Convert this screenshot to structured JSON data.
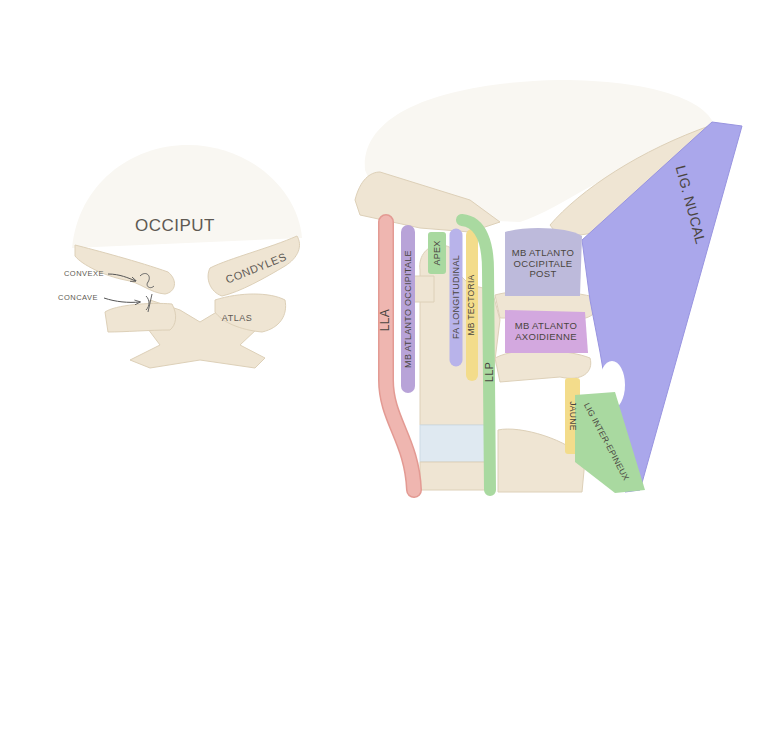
{
  "diagram": {
    "nodes": [
      {
        "text": [
          "LLA"
        ]
      },
      {
        "text": [
          "MB ATLANTO OCCIPITALE"
        ]
      },
      {
        "text": [
          "APEX"
        ]
      },
      {
        "text": [
          "FA LONGITUDINAL"
        ]
      },
      {
        "text": [
          "MB TECTORIA"
        ]
      },
      {
        "text": [
          "LLP"
        ]
      },
      {
        "text": [
          "MB ATLANTO OCCIPITALE POST"
        ]
      },
      {
        "text": [
          "MB ATLANTO AXOIDIENNE"
        ]
      },
      {
        "text": [
          "JAUNE"
        ]
      },
      {
        "text": [
          "LIG INTER-EPINEUX"
        ]
      },
      {
        "text": [
          "LIG. NUCAL"
        ]
      }
    ],
    "labels": [
      "OCCIPUT",
      "CONVEXE",
      "CONCAVE",
      "CONDYLES",
      "ATLAS"
    ]
  }
}
